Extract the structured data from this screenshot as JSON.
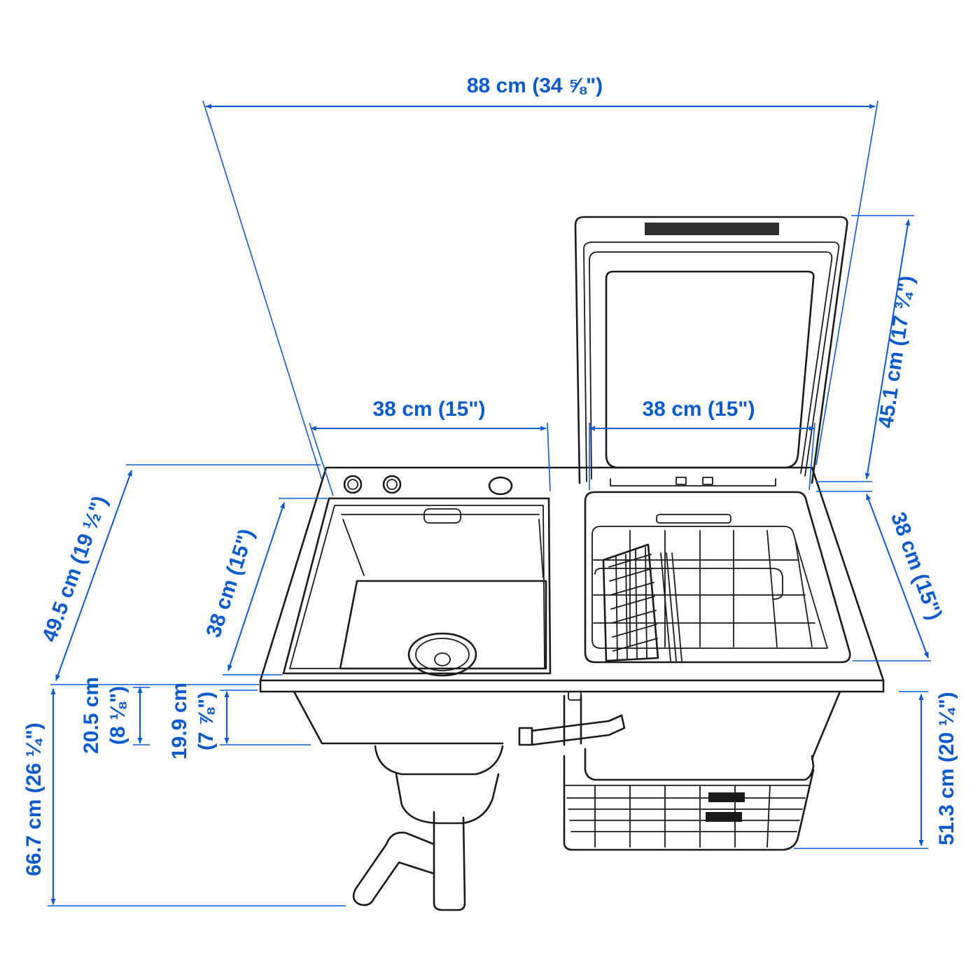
{
  "dimensions": {
    "total_width": "88 cm (34 ⅝\")",
    "sink_bowl_width": "38 cm (15\")",
    "dishwasher_width": "38 cm (15\")",
    "lid_height": "45.1 cm (17 ¾\")",
    "dishwasher_depth": "38 cm (15\")",
    "total_depth": "49.5 cm (19 ½\")",
    "sink_bowl_depth": "38 cm (15\")",
    "sink_height_cm": "20.5 cm",
    "sink_height_in": "(8 ⅛\")",
    "bowl_height_cm": "19.9 cm",
    "bowl_height_in": "(7 ⅞\")",
    "total_height": "66.7 cm (26 ¼\")",
    "dishwasher_height": "51.3 cm (20 ¼\")"
  },
  "colors": {
    "dimension": "#0a5bd0",
    "line_art": "#1a1a1a"
  }
}
